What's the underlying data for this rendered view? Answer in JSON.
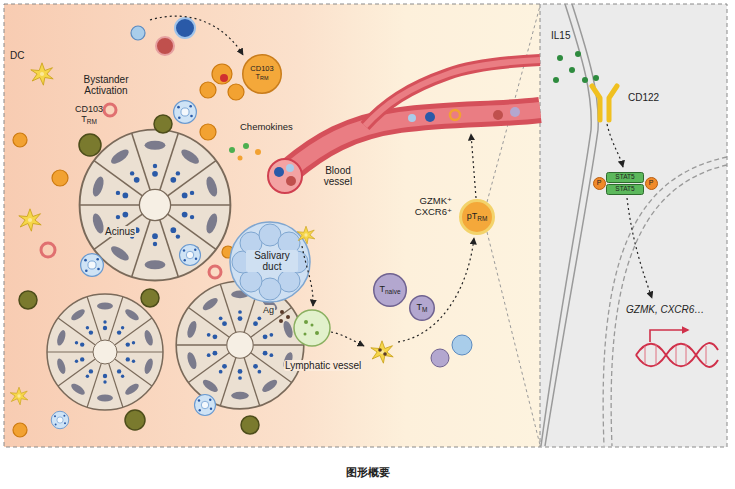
{
  "diagram": {
    "caption": "图形概要",
    "nodes": [
      {
        "text": [
          "CD103 TRM"
        ]
      },
      {
        "text": [
          "Tnaive"
        ]
      },
      {
        "text": [
          "TM"
        ]
      },
      {
        "text": [
          "pTRM"
        ]
      },
      {
        "text": [
          "P"
        ]
      },
      {
        "text": [
          "STAT5"
        ]
      },
      {
        "text": [
          "STAT5"
        ]
      },
      {
        "text": [
          "P"
        ]
      }
    ],
    "labels": [
      "DC",
      "Bystander Activation",
      "CD103 TRM",
      "Chemokines",
      "Acinus",
      "Blood vessel",
      "Salivary duct",
      "Ag",
      "Lymphatic vessel",
      "GZMK⁺ CXCR6⁺",
      "IL15",
      "CD122",
      "GZMK, CXCR6…"
    ]
  }
}
